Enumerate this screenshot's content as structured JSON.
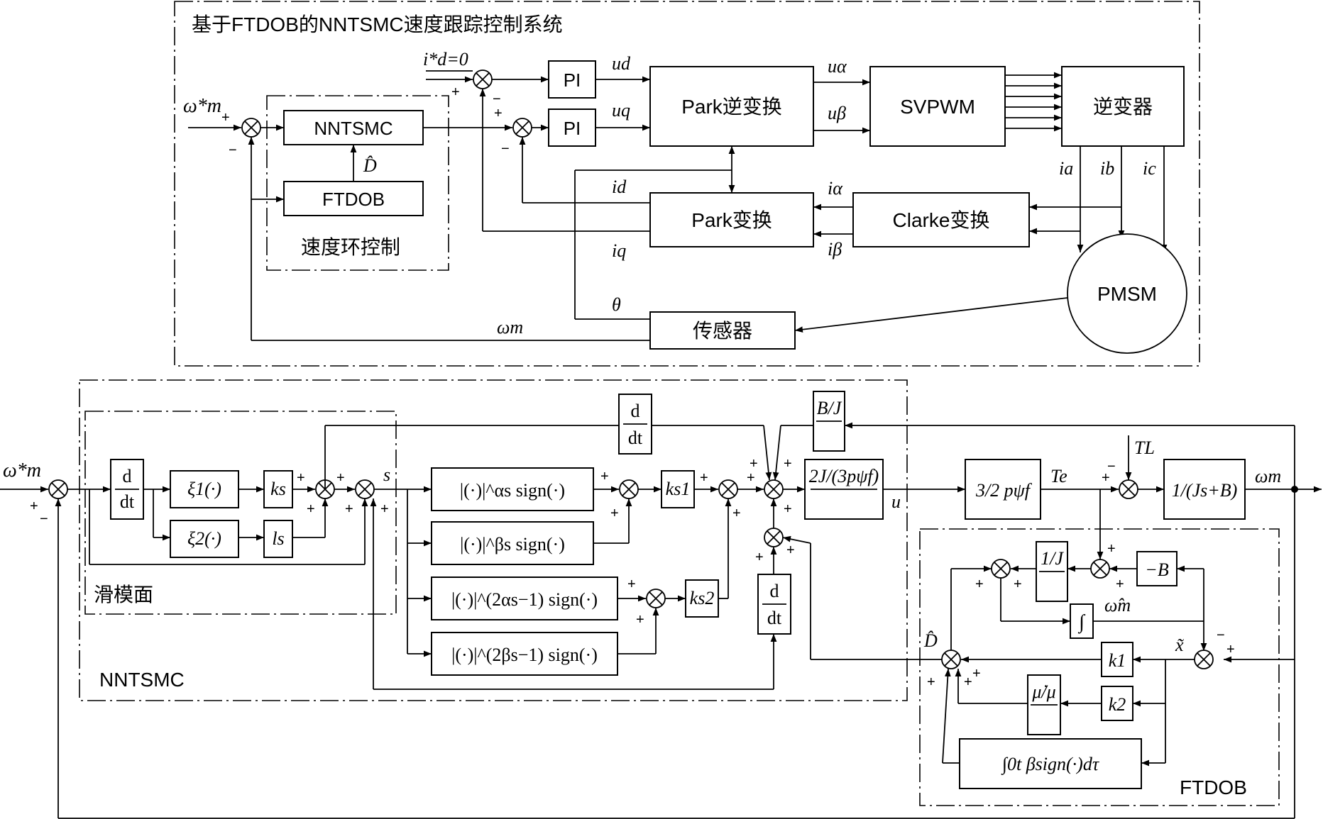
{
  "title": "基于FTDOB的NNTSMC速度跟踪控制系统",
  "top": {
    "ref_speed": "ω*m",
    "id_ref": "i*d=0",
    "nntsmc": "NNTSMC",
    "ftdob": "FTDOB",
    "d_hat": "D̂",
    "speed_loop": "速度环控制",
    "pi_d": "PI",
    "pi_q": "PI",
    "ud": "ud",
    "uq": "uq",
    "park_inv": "Park逆变换",
    "u_alpha": "uα",
    "u_beta": "uβ",
    "svpwm": "SVPWM",
    "inverter": "逆变器",
    "ia": "ia",
    "ib": "ib",
    "ic": "ic",
    "clarke": "Clarke变换",
    "i_alpha": "iα",
    "i_beta": "iβ",
    "park": "Park变换",
    "id": "id",
    "iq": "iq",
    "pmsm": "PMSM",
    "theta": "θ",
    "sensor": "传感器",
    "wm": "ωm"
  },
  "bottom": {
    "ref_speed": "ω*m",
    "ddt_num": "d",
    "ddt_den": "dt",
    "xi1": "ξ1(·)",
    "xi2": "ξ2(·)",
    "ks": "ks",
    "ls": "ls",
    "sliding_surface": "滑模面",
    "s": "s",
    "f1": "|(·)|^αs sign(·)",
    "f2": "|(·)|^βs sign(·)",
    "f3": "|(·)|^(2αs−1) sign(·)",
    "f4": "|(·)|^(2βs−1) sign(·)",
    "ks1": "ks1",
    "ks2": "ks2",
    "nntsmc": "NNTSMC",
    "b_over_j": "B/J",
    "gain": "2J/(3pψf)",
    "u": "u",
    "torque_gain": "3/2 pψf",
    "te": "Te",
    "tl": "TL",
    "plant": "1/(Js+B)",
    "wm": "ωm",
    "inv_j": "1/J",
    "minus_b": "−B",
    "integrator": "∫",
    "wm_hat": "ω̂m",
    "x_tilde": "x̃",
    "d_hat": "D̂",
    "k1": "k1",
    "k2": "k2",
    "mu_ratio": "μ̇/μ",
    "integral_term": "∫0t βsign(·)dτ",
    "ftdob": "FTDOB"
  }
}
